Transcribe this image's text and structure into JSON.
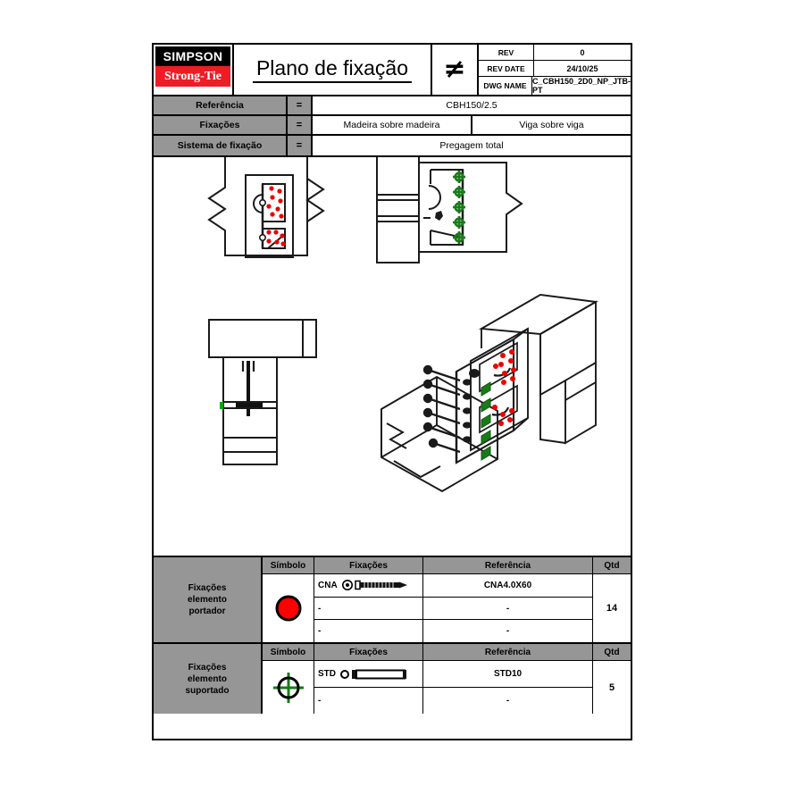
{
  "titleblock": {
    "logo_top": "SIMPSON",
    "logo_bottom": "Strong-Tie",
    "title": "Plano de fixação",
    "scale_symbol": "≠",
    "rev_label": "REV",
    "rev_value": "0",
    "rev_date_label": "REV DATE",
    "rev_date_value": "24/10/25",
    "dwg_name_label": "DWG NAME",
    "dwg_name_value": "C_CBH150_2D0_NP_JTB-PT"
  },
  "specs": [
    {
      "name": "Referência",
      "eq": "=",
      "values": [
        "CBH150/2.5"
      ]
    },
    {
      "name": "Fixações",
      "eq": "=",
      "values": [
        "Madeira sobre madeira",
        "Viga sobre viga"
      ]
    },
    {
      "name": "Sistema de fixação",
      "eq": "=",
      "values": [
        "Pregagem total"
      ]
    }
  ],
  "legends": [
    {
      "title": "Fixações\nelemento\nportador",
      "title_lines": [
        "Fixações",
        "elemento",
        "portador"
      ],
      "headers": {
        "symbol": "Símbolo",
        "fixings": "Fixações",
        "reference": "Referência",
        "qty": "Qtd"
      },
      "symbol": "red-filled-circle",
      "symbol_color": "#ff0000",
      "rows": [
        {
          "fixing_label": "CNA",
          "fixing_icon": "ring-shank-nail-icon",
          "reference": "CNA4.0X60"
        },
        {
          "fixing_label": "-",
          "fixing_icon": "",
          "reference": "-"
        },
        {
          "fixing_label": "-",
          "fixing_icon": "",
          "reference": "-"
        }
      ],
      "qty": "14"
    },
    {
      "title_lines": [
        "Fixações",
        "elemento",
        "suportado"
      ],
      "headers": {
        "symbol": "Símbolo",
        "fixings": "Fixações",
        "reference": "Referência",
        "qty": "Qtd"
      },
      "symbol": "green-crosshair-circle",
      "symbol_color": "#1a7a1a",
      "rows": [
        {
          "fixing_label": "STD",
          "fixing_icon": "smooth-dowel-icon",
          "reference": "STD10"
        },
        {
          "fixing_label": "-",
          "fixing_icon": "",
          "reference": "-"
        }
      ],
      "qty": "5"
    }
  ],
  "drawing": {
    "views": [
      {
        "name": "front-elevation-view",
        "fastener_color": "#ee0000",
        "fastener_count": 14
      },
      {
        "name": "side-section-view",
        "fastener_color": "#1a7a1a",
        "fastener_count": 5
      },
      {
        "name": "plan-top-view",
        "fastener_color": "#00aa00"
      },
      {
        "name": "isometric-assembly-view",
        "fastener_colors": [
          "#ee0000",
          "#1a7a1a"
        ]
      }
    ]
  }
}
